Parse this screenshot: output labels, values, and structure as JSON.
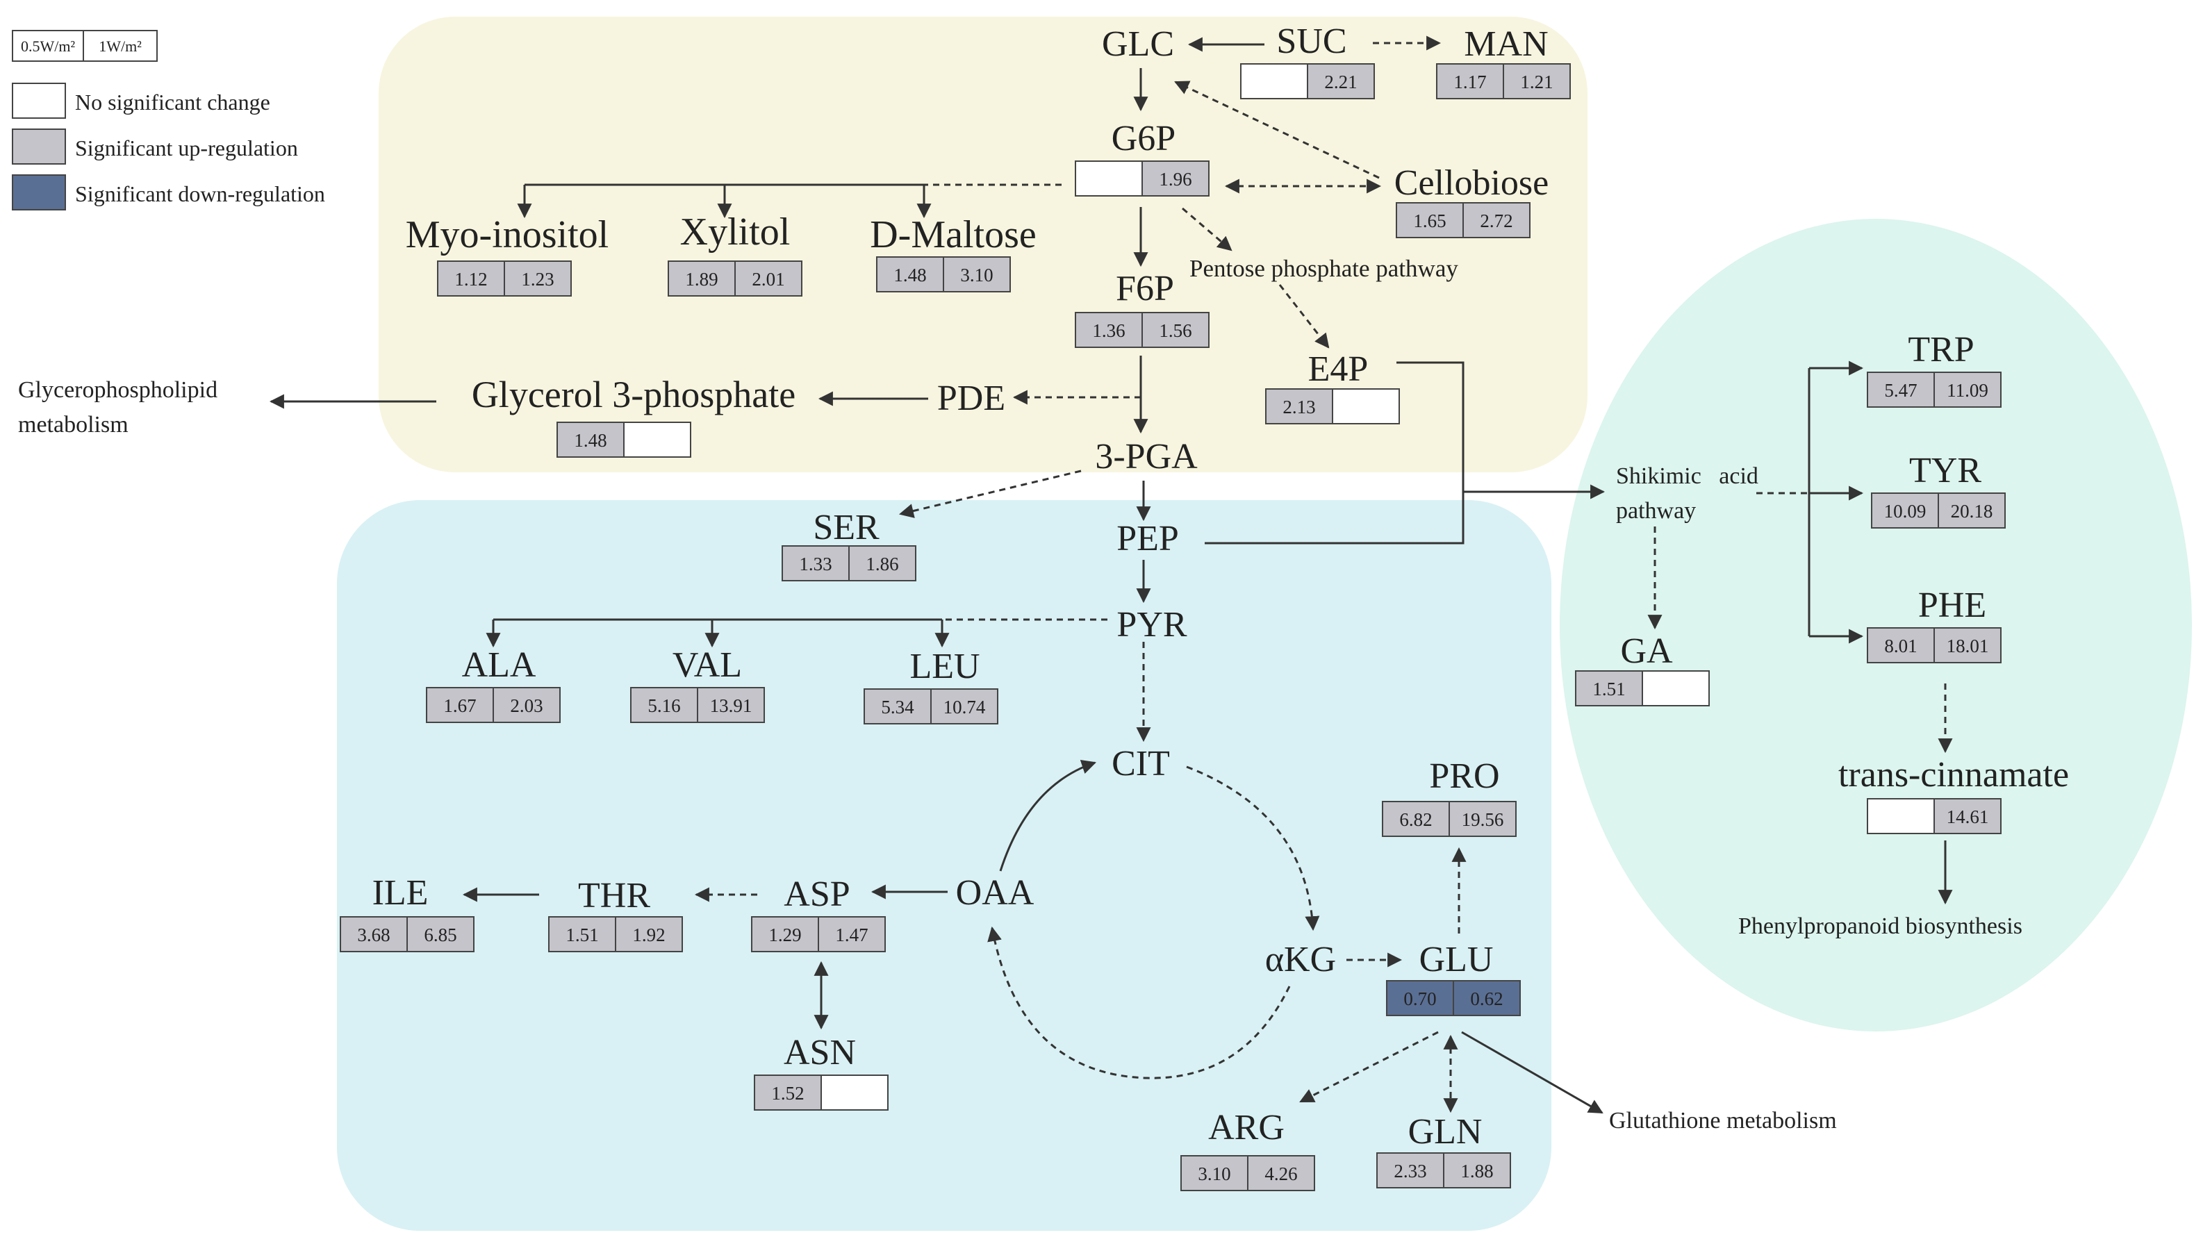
{
  "legend": {
    "key_left": "0.5W/m²",
    "key_right": "1W/m²",
    "items": [
      {
        "label": "No significant change",
        "color": "#ffffff"
      },
      {
        "label": "Significant  up-regulation",
        "color": "#c4c4ca"
      },
      {
        "label": "Significant  down-regulation",
        "color": "#5a6f94"
      }
    ]
  },
  "colors": {
    "region_sugar": "#f7f5df",
    "region_amino": "#d9f1f4",
    "region_shikimic": "#dcf5ee",
    "none": "#ffffff",
    "up": "#c4c4ca",
    "down": "#5a6f94"
  },
  "metabolites": {
    "GLC": {
      "label": "GLC"
    },
    "SUC": {
      "label": "SUC",
      "v1": "",
      "v2": "2.21",
      "s1": "none",
      "s2": "up"
    },
    "MAN": {
      "label": "MAN",
      "v1": "1.17",
      "v2": "1.21",
      "s1": "up",
      "s2": "up"
    },
    "G6P": {
      "label": "G6P",
      "v1": "",
      "v2": "1.96",
      "s1": "none",
      "s2": "up"
    },
    "Cellobiose": {
      "label": "Cellobiose",
      "v1": "1.65",
      "v2": "2.72",
      "s1": "up",
      "s2": "up"
    },
    "MyoInositol": {
      "label": "Myo-inositol",
      "v1": "1.12",
      "v2": "1.23",
      "s1": "up",
      "s2": "up"
    },
    "Xylitol": {
      "label": "Xylitol",
      "v1": "1.89",
      "v2": "2.01",
      "s1": "up",
      "s2": "up"
    },
    "DMaltose": {
      "label": "D-Maltose",
      "v1": "1.48",
      "v2": "3.10",
      "s1": "up",
      "s2": "up"
    },
    "F6P": {
      "label": "F6P",
      "v1": "1.36",
      "v2": "1.56",
      "s1": "up",
      "s2": "up"
    },
    "E4P": {
      "label": "E4P",
      "v1": "2.13",
      "v2": "",
      "s1": "up",
      "s2": "none"
    },
    "Glycerol3P": {
      "label": "Glycerol 3-phosphate",
      "v1": "1.48",
      "v2": "",
      "s1": "up",
      "s2": "none"
    },
    "PDE": {
      "label": "PDE"
    },
    "PGA": {
      "label": "3-PGA"
    },
    "SER": {
      "label": "SER",
      "v1": "1.33",
      "v2": "1.86",
      "s1": "up",
      "s2": "up"
    },
    "PEP": {
      "label": "PEP"
    },
    "PYR": {
      "label": "PYR"
    },
    "ALA": {
      "label": "ALA",
      "v1": "1.67",
      "v2": "2.03",
      "s1": "up",
      "s2": "up"
    },
    "VAL": {
      "label": "VAL",
      "v1": "5.16",
      "v2": "13.91",
      "s1": "up",
      "s2": "up"
    },
    "LEU": {
      "label": "LEU",
      "v1": "5.34",
      "v2": "10.74",
      "s1": "up",
      "s2": "up"
    },
    "CIT": {
      "label": "CIT"
    },
    "OAA": {
      "label": "OAA"
    },
    "aKG": {
      "label": "αKG"
    },
    "GLU": {
      "label": "GLU",
      "v1": "0.70",
      "v2": "0.62",
      "s1": "down",
      "s2": "down"
    },
    "PRO": {
      "label": "PRO",
      "v1": "6.82",
      "v2": "19.56",
      "s1": "up",
      "s2": "up"
    },
    "ILE": {
      "label": "ILE",
      "v1": "3.68",
      "v2": "6.85",
      "s1": "up",
      "s2": "up"
    },
    "THR": {
      "label": "THR",
      "v1": "1.51",
      "v2": "1.92",
      "s1": "up",
      "s2": "up"
    },
    "ASP": {
      "label": "ASP",
      "v1": "1.29",
      "v2": "1.47",
      "s1": "up",
      "s2": "up"
    },
    "ASN": {
      "label": "ASN",
      "v1": "1.52",
      "v2": "",
      "s1": "up",
      "s2": "none"
    },
    "ARG": {
      "label": "ARG",
      "v1": "3.10",
      "v2": "4.26",
      "s1": "up",
      "s2": "up"
    },
    "GLN": {
      "label": "GLN",
      "v1": "2.33",
      "v2": "1.88",
      "s1": "up",
      "s2": "up"
    },
    "TRP": {
      "label": "TRP",
      "v1": "5.47",
      "v2": "11.09",
      "s1": "up",
      "s2": "up"
    },
    "TYR": {
      "label": "TYR",
      "v1": "10.09",
      "v2": "20.18",
      "s1": "up",
      "s2": "up"
    },
    "PHE": {
      "label": "PHE",
      "v1": "8.01",
      "v2": "18.01",
      "s1": "up",
      "s2": "up"
    },
    "GA": {
      "label": "GA",
      "v1": "1.51",
      "v2": "",
      "s1": "up",
      "s2": "none"
    },
    "TransCinnamate": {
      "label": "trans-cinnamate",
      "v1": "",
      "v2": "14.61",
      "s1": "none",
      "s2": "up"
    }
  },
  "pathways": {
    "pentose": "Pentose phosphate pathway",
    "glycerophospholipid_1": "Glycerophospholipid",
    "glycerophospholipid_2": "metabolism",
    "shikimic_1": "Shikimic   acid",
    "shikimic_2": "pathway",
    "glutathione": "Glutathione  metabolism",
    "phenylpropanoid": "Phenylpropanoid  biosynthesis"
  }
}
